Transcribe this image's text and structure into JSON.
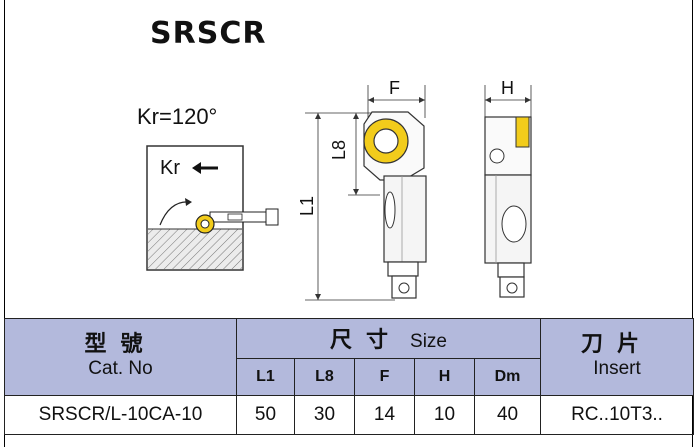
{
  "title": "SRSCR",
  "kr_angle": "Kr=120°",
  "kr_label": "Kr",
  "dims": {
    "F": "F",
    "H": "H",
    "L8": "L8",
    "L1": "L1"
  },
  "colors": {
    "header_bg": "#b3b9dc",
    "insert": "#f2cc1b"
  },
  "table": {
    "model_cn": "型號",
    "model_en": "Cat. No",
    "size_cn": "尺寸",
    "size_en": "Size",
    "insert_cn": "刀片",
    "insert_en": "Insert",
    "columns": [
      "L1",
      "L8",
      "F",
      "H",
      "Dm"
    ],
    "row": {
      "cat_no": "SRSCR/L-10CA-10",
      "values": [
        "50",
        "30",
        "14",
        "10",
        "40"
      ],
      "insert": "RC..10T3.."
    }
  }
}
